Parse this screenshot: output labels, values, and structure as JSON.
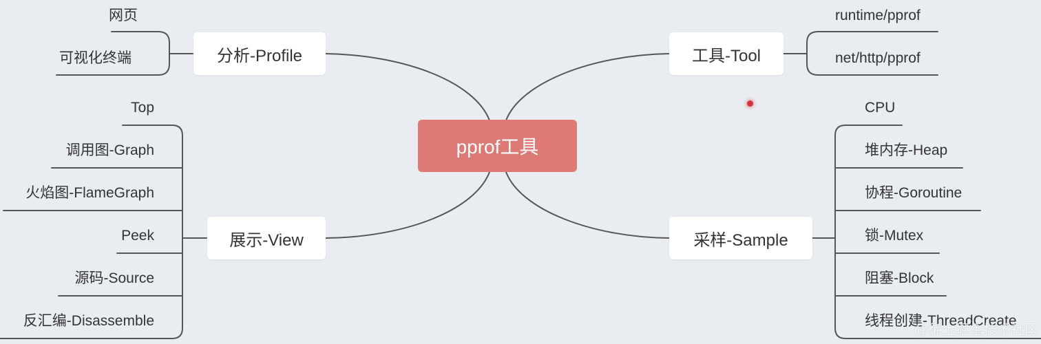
{
  "colors": {
    "root_bg": "#de7a76",
    "line": "#555555",
    "background": "#e9edf1",
    "cursor_dot": "#d8323c"
  },
  "root": {
    "label": "pprof工具"
  },
  "branches": {
    "profile": {
      "label": "分析-Profile",
      "leaves": [
        "网页",
        "可视化终端"
      ]
    },
    "tool": {
      "label": "工具-Tool",
      "leaves": [
        "runtime/pprof",
        "net/http/pprof"
      ]
    },
    "view": {
      "label": "展示-View",
      "leaves": [
        "Top",
        "调用图-Graph",
        "火焰图-FlameGraph",
        "Peek",
        "源码-Source",
        "反汇编-Disassemble"
      ]
    },
    "sample": {
      "label": "采样-Sample",
      "leaves": [
        "CPU",
        "堆内存-Heap",
        "协程-Goroutine",
        "锁-Mutex",
        "阻塞-Block",
        "线程创建-ThreadCreate"
      ]
    }
  },
  "watermark": "@稀土掘金技术社区"
}
